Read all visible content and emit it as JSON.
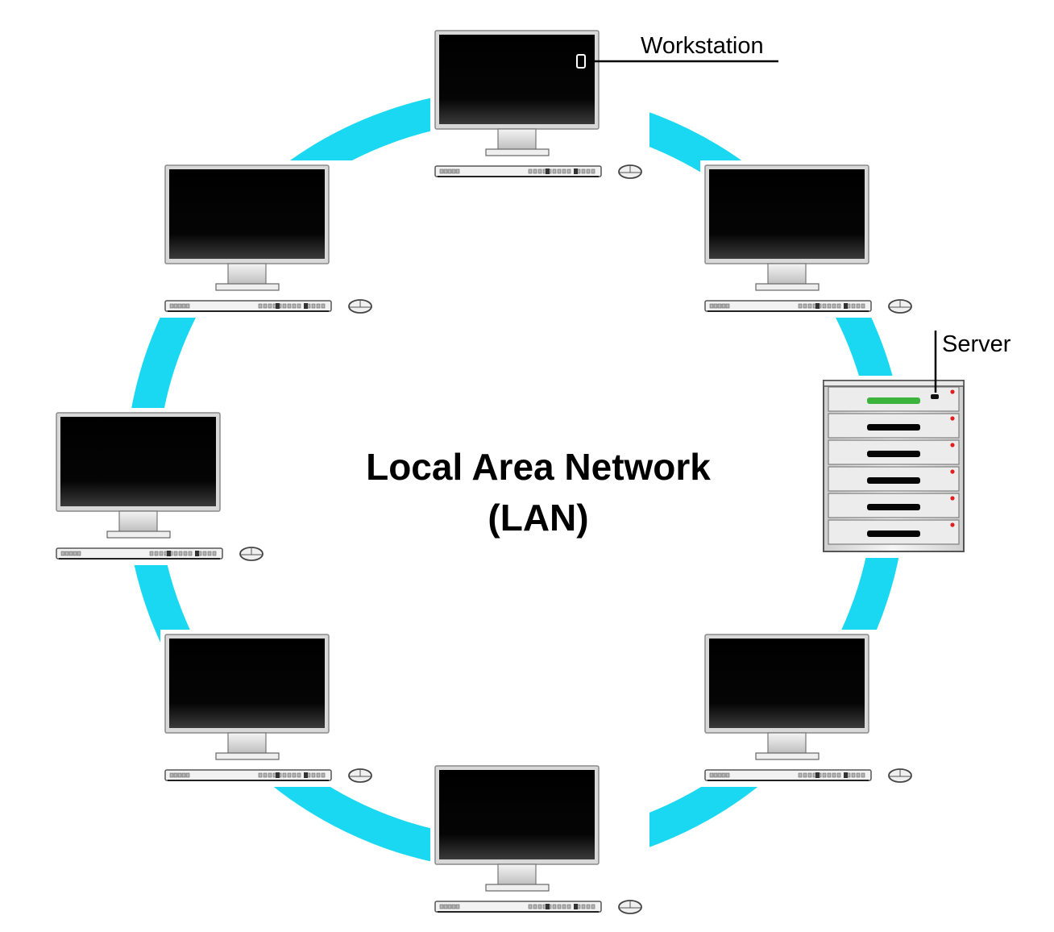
{
  "diagram": {
    "title_line1": "Local Area Network",
    "title_line2": "(LAN)",
    "labels": {
      "workstation": "Workstation",
      "server": "Server"
    },
    "nodes": [
      {
        "id": "workstation-top",
        "type": "workstation"
      },
      {
        "id": "workstation-upper-right",
        "type": "workstation"
      },
      {
        "id": "server",
        "type": "server"
      },
      {
        "id": "workstation-lower-right",
        "type": "workstation"
      },
      {
        "id": "workstation-bottom",
        "type": "workstation"
      },
      {
        "id": "workstation-lower-left",
        "type": "workstation"
      },
      {
        "id": "workstation-left",
        "type": "workstation"
      },
      {
        "id": "workstation-upper-left",
        "type": "workstation"
      }
    ]
  },
  "colors": {
    "ring": "#1ad8f2",
    "screen": "#000000",
    "server_status_active": "#3cb33c",
    "server_led": "#e02020"
  }
}
